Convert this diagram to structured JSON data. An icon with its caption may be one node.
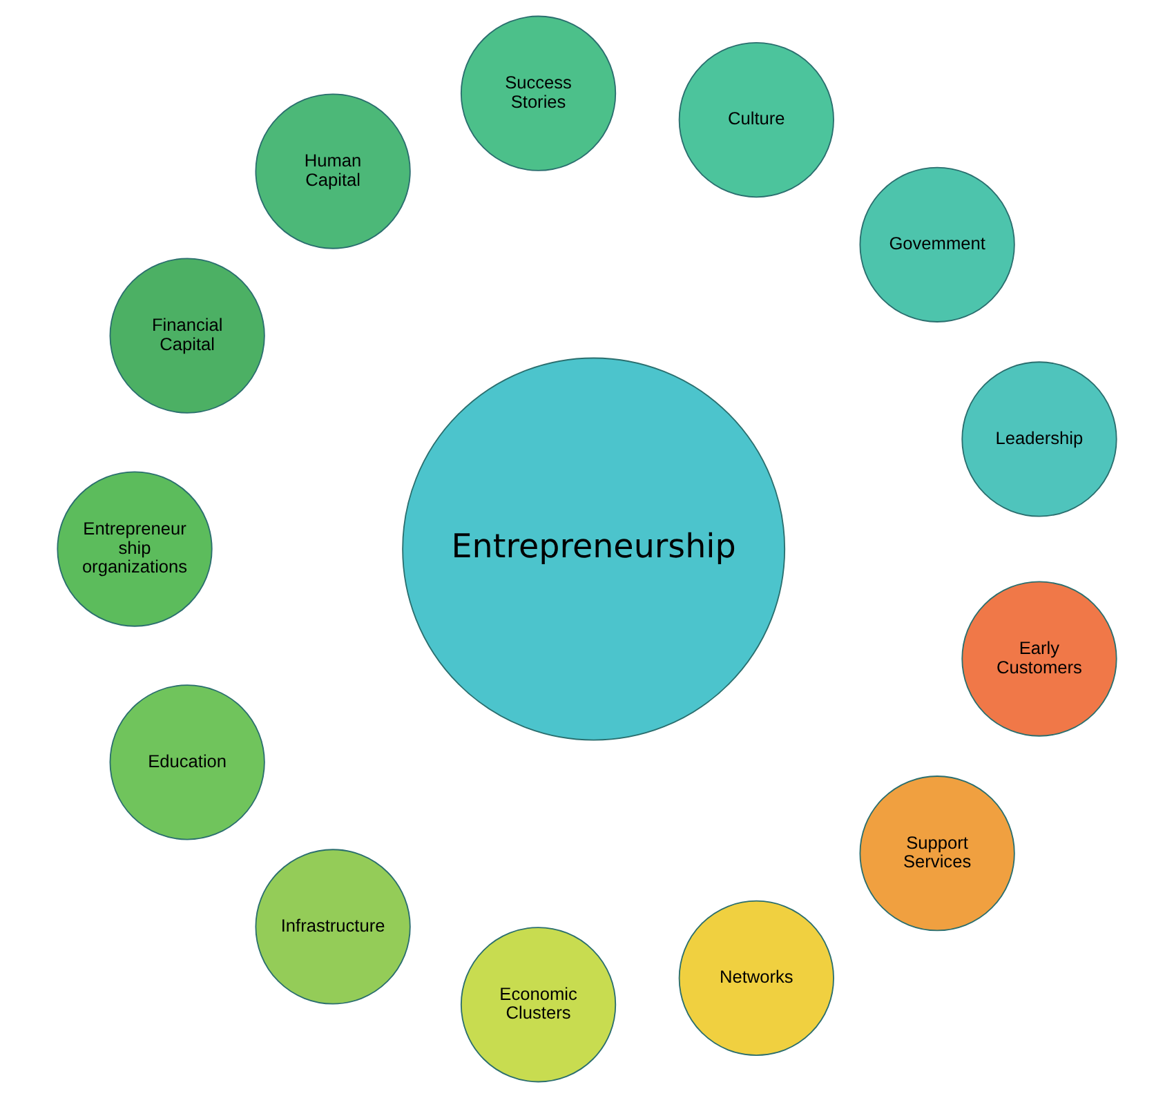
{
  "diagram": {
    "nodes": [
      {
        "text": [
          "Entrepreneurship"
        ]
      },
      {
        "text": [
          "Leadership"
        ]
      },
      {
        "text": [
          "Govemment"
        ]
      },
      {
        "text": [
          "Culture"
        ]
      },
      {
        "text": [
          "Success Stories"
        ]
      },
      {
        "text": [
          "Human Capital"
        ]
      },
      {
        "text": [
          "Financial Capital"
        ]
      },
      {
        "text": [
          "Entrepreneur ship organizations"
        ]
      },
      {
        "text": [
          "Education"
        ]
      },
      {
        "text": [
          "Infrastructure"
        ]
      },
      {
        "text": [
          "Economic Clusters"
        ]
      },
      {
        "text": [
          "Networks"
        ]
      },
      {
        "text": [
          "Support Services"
        ]
      },
      {
        "text": [
          "Early Customers"
        ]
      }
    ],
    "edges": []
  }
}
